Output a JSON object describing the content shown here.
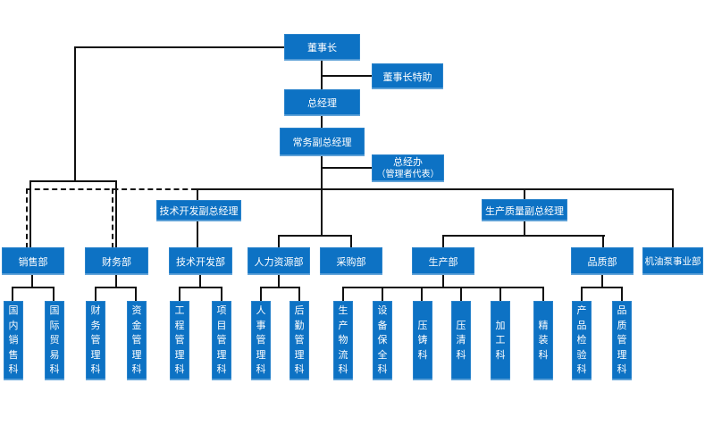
{
  "colors": {
    "node_fill": "#0d72c4",
    "node_text": "#ffffff",
    "connector": "#111111"
  },
  "org": {
    "chairman": "董事长",
    "chairman_assistant": "董事长特助",
    "general_manager": "总经理",
    "executive_deputy_gm": "常务副总经理",
    "gm_office_line1": "总经办",
    "gm_office_line2": "（管理者代表）",
    "tech_dev_deputy_gm": "技术开发副总经理",
    "prod_quality_deputy_gm": "生产质量副总经理",
    "departments": [
      {
        "name": "销售部",
        "sections": [
          "国内销售科",
          "国际贸易科"
        ]
      },
      {
        "name": "财务部",
        "sections": [
          "财务管理科",
          "资金管理科"
        ]
      },
      {
        "name": "技术开发部",
        "sections": [
          "工程管理科",
          "项目管理科"
        ]
      },
      {
        "name": "人力资源部",
        "sections": [
          "人事管理科",
          "后勤管理科"
        ]
      },
      {
        "name": "采购部",
        "sections": []
      },
      {
        "name": "生产部",
        "sections": [
          "生产物流科",
          "设备保全科",
          "压铸科",
          "压清科",
          "加工科",
          "精装科"
        ]
      },
      {
        "name": "品质部",
        "sections": [
          "产品检验科",
          "品质管理科"
        ]
      },
      {
        "name": "机油泵事业部",
        "sections": []
      }
    ]
  }
}
